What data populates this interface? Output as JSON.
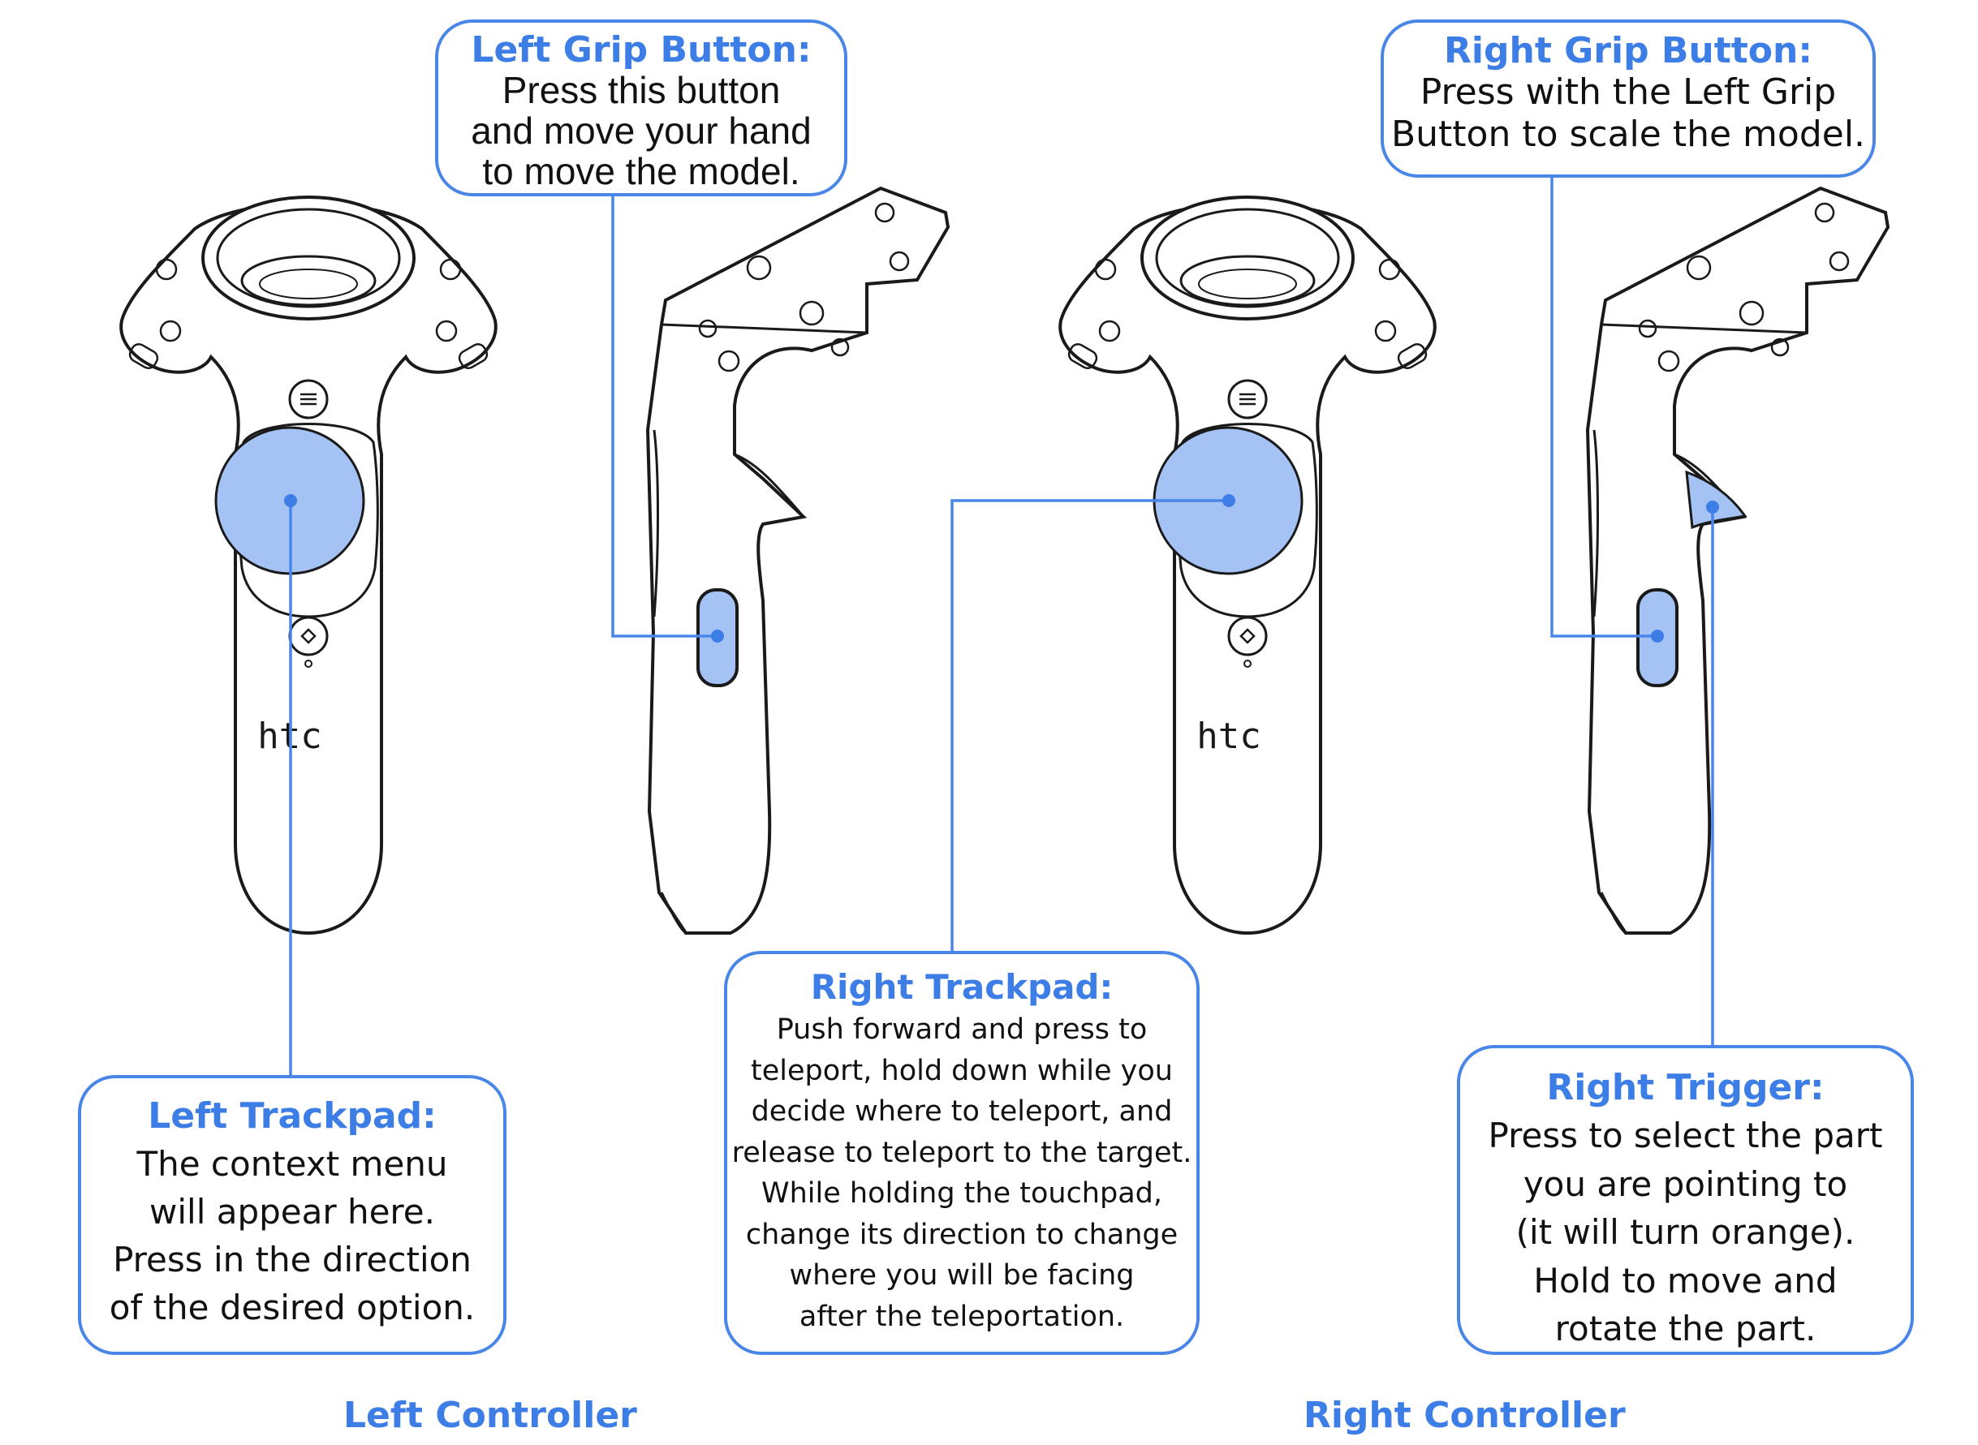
{
  "colors": {
    "accent": "#4a86e8",
    "title_text": "#3d7ee6",
    "highlight_fill": "#a4c2f4",
    "outline": "#1a1a1a",
    "body_text": "#111111"
  },
  "controllers": {
    "left": {
      "caption": "Left Controller",
      "front_logo": "htc",
      "front_icon": "controller-front-view",
      "side_icon": "controller-side-view"
    },
    "right": {
      "caption": "Right Controller",
      "front_logo": "htc",
      "front_icon": "controller-front-view",
      "side_icon": "controller-side-view"
    }
  },
  "callouts": {
    "left_grip": {
      "title": "Left Grip Button:",
      "lines": [
        "Press this button",
        "and move your hand",
        "to move the model."
      ]
    },
    "right_grip": {
      "title": "Right Grip Button:",
      "lines": [
        "Press with the Left Grip",
        "Button to scale the model."
      ]
    },
    "left_trackpad": {
      "title": "Left Trackpad:",
      "lines": [
        "The context menu",
        "will appear here.",
        "Press in the direction",
        "of the desired option."
      ]
    },
    "right_trackpad": {
      "title": "Right Trackpad:",
      "lines": [
        "Push forward and press to",
        "teleport, hold down while you",
        "decide where to teleport, and",
        "release to teleport to the target.",
        "While holding the touchpad,",
        "change its direction to change",
        "where you will be facing",
        "after the teleportation."
      ]
    },
    "right_trigger": {
      "title": "Right Trigger:",
      "lines": [
        "Press to select the part",
        "you are pointing to",
        "(it will turn orange).",
        "Hold to move and",
        "rotate the part."
      ]
    }
  }
}
